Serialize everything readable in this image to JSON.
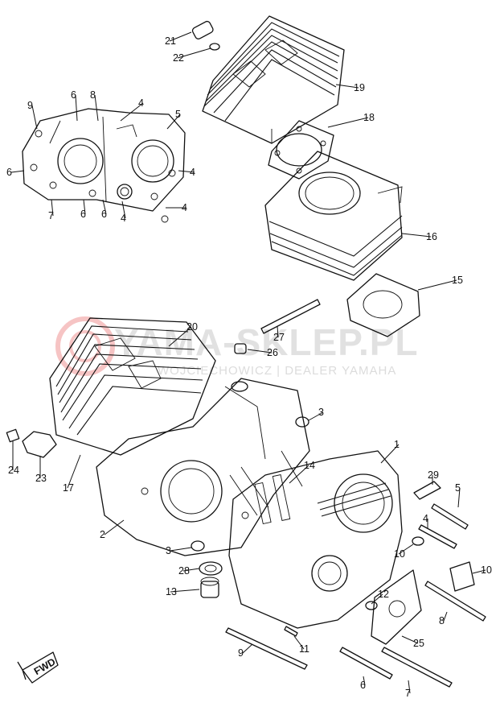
{
  "watermark": {
    "logo_color": "#e65a5a",
    "text": "YAMA-SKLEP.PL",
    "subtext": "WOJCIECHOWICZ | DEALER YAMAHA"
  },
  "fwd_label": "FWD",
  "callouts": [
    {
      "label": "21"
    },
    {
      "label": "22"
    },
    {
      "label": "19"
    },
    {
      "label": "18"
    },
    {
      "label": "9"
    },
    {
      "label": "6"
    },
    {
      "label": "8"
    },
    {
      "label": "4"
    },
    {
      "label": "5"
    },
    {
      "label": "6"
    },
    {
      "label": "4"
    },
    {
      "label": "7"
    },
    {
      "label": "6"
    },
    {
      "label": "6"
    },
    {
      "label": "4"
    },
    {
      "label": "4"
    },
    {
      "label": "16"
    },
    {
      "label": "15"
    },
    {
      "label": "20"
    },
    {
      "label": "27"
    },
    {
      "label": "26"
    },
    {
      "label": "3"
    },
    {
      "label": "24"
    },
    {
      "label": "23"
    },
    {
      "label": "17"
    },
    {
      "label": "1"
    },
    {
      "label": "14"
    },
    {
      "label": "29"
    },
    {
      "label": "5"
    },
    {
      "label": "4"
    },
    {
      "label": "10"
    },
    {
      "label": "2"
    },
    {
      "label": "3"
    },
    {
      "label": "28"
    },
    {
      "label": "13"
    },
    {
      "label": "12"
    },
    {
      "label": "10"
    },
    {
      "label": "8"
    },
    {
      "label": "25"
    },
    {
      "label": "9"
    },
    {
      "label": "11"
    },
    {
      "label": "6"
    },
    {
      "label": "7"
    }
  ]
}
